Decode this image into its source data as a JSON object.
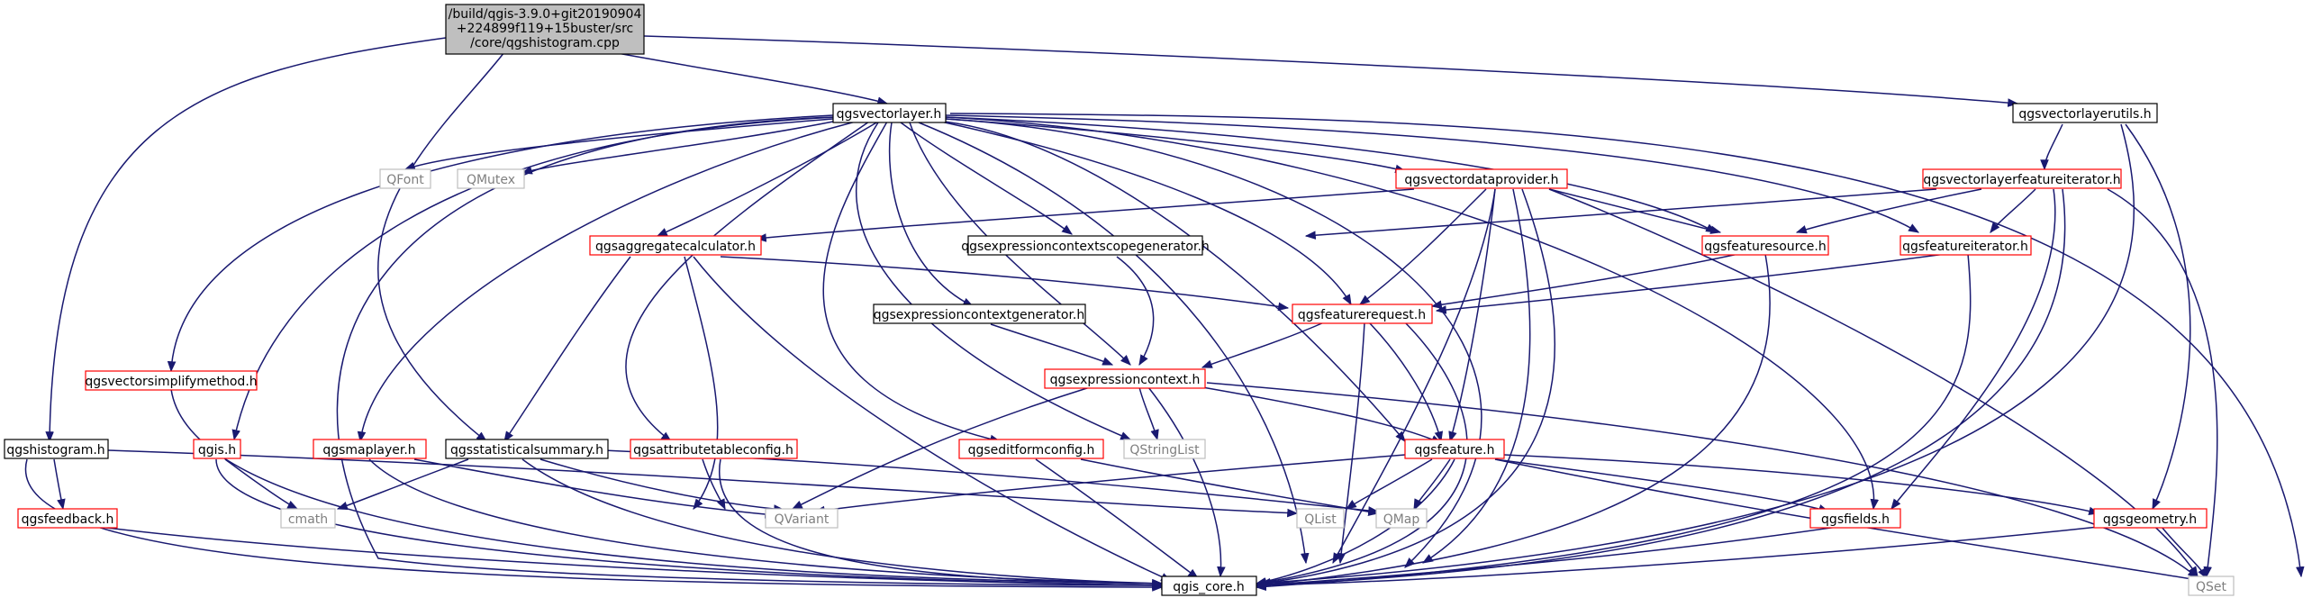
{
  "graph": {
    "colors": {
      "edge": "#191970",
      "root_fill": "#bfbfbf",
      "red_border": "#ff0000",
      "gray_border": "#bfbfbf"
    },
    "nodes": {
      "root_line1": "/build/qgis-3.9.0+git20190904",
      "root_line2": "+224899f119+15buster/src",
      "root_line3": "/core/qgshistogram.cpp",
      "qgsvectorlayer": "qgsvectorlayer.h",
      "qgsvectorlayerutils": "qgsvectorlayerutils.h",
      "qgshistogram": "qgshistogram.h",
      "qgsfeedback": "qgsfeedback.h",
      "qgis_core": "qgis_core.h",
      "qlist": "QList",
      "qfont": "QFont",
      "qmutex": "QMutex",
      "qgsvectordataprovider": "qgsvectordataprovider.h",
      "qgsaggregatecalculator": "qgsaggregatecalculator.h",
      "qgsexpressioncontextscopegenerator": "qgsexpressioncontextscopegenerator.h",
      "qgsfeaturesource": "qgsfeaturesource.h",
      "qgsvectorlayerfeatureiterator": "qgsvectorlayerfeatureiterator.h",
      "qgsfeatureiterator": "qgsfeatureiterator.h",
      "qgsexpressioncontextgenerator": "qgsexpressioncontextgenerator.h",
      "qgsfeaturerequest": "qgsfeaturerequest.h",
      "qgsvectorsimplifymethod": "qgsvectorsimplifymethod.h",
      "qgsexpressioncontext": "qgsexpressioncontext.h",
      "qgis": "qgis.h",
      "qgsmaplayer": "qgsmaplayer.h",
      "qgsstatisticalsummary": "qgsstatisticalsummary.h",
      "qgsattributetableconfig": "qgsattributetableconfig.h",
      "qgseditformconfig": "qgseditformconfig.h",
      "qstringlist": "QStringList",
      "qgsfeature": "qgsfeature.h",
      "cmath": "cmath",
      "qvariant": "QVariant",
      "qmap": "QMap",
      "qgsfields": "qgsfields.h",
      "qgsgeometry": "qgsgeometry.h",
      "qset": "QSet"
    }
  }
}
